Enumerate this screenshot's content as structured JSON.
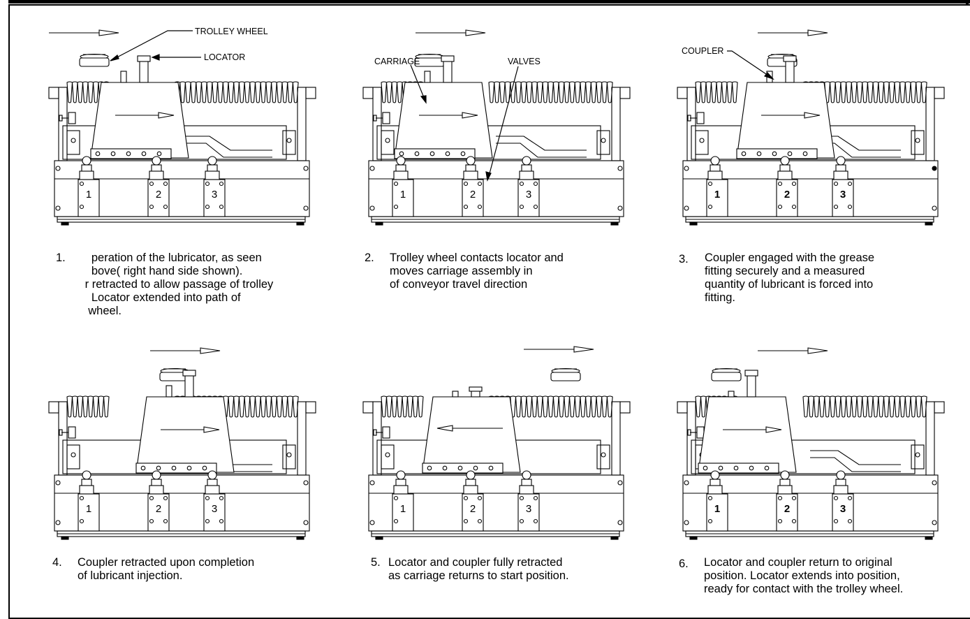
{
  "callouts": {
    "trolley_wheel": "TROLLEY WHEEL",
    "locator": "LOCATOR",
    "carriage": "CARRIAGE",
    "valves": "VALVES",
    "coupler": "COUPLER"
  },
  "valve_labels": [
    "1",
    "2",
    "3"
  ],
  "steps": [
    {
      "num": "1.",
      "text": "          peration of the lubricator, as seen\n          bove( right hand side shown).\n        r retracted to allow passage of trolley\n          Locator extended into path of\n         wheel."
    },
    {
      "num": "2.",
      "text": "Trolley wheel contacts locator and\nmoves carriage assembly in\nof conveyor travel direction"
    },
    {
      "num": "3.",
      "text": "Coupler engaged with the grease\nfitting securely and a measured\nquantity of lubricant is forced into\nfitting."
    },
    {
      "num": "4.",
      "text": "Coupler retracted upon completion\nof lubricant injection."
    },
    {
      "num": "5.",
      "text": "Locator and coupler fully retracted\nas carriage returns to start position."
    },
    {
      "num": "6.",
      "text": "Locator and coupler return to original\nposition. Locator extends into position,\nready for contact with the trolley wheel."
    }
  ]
}
